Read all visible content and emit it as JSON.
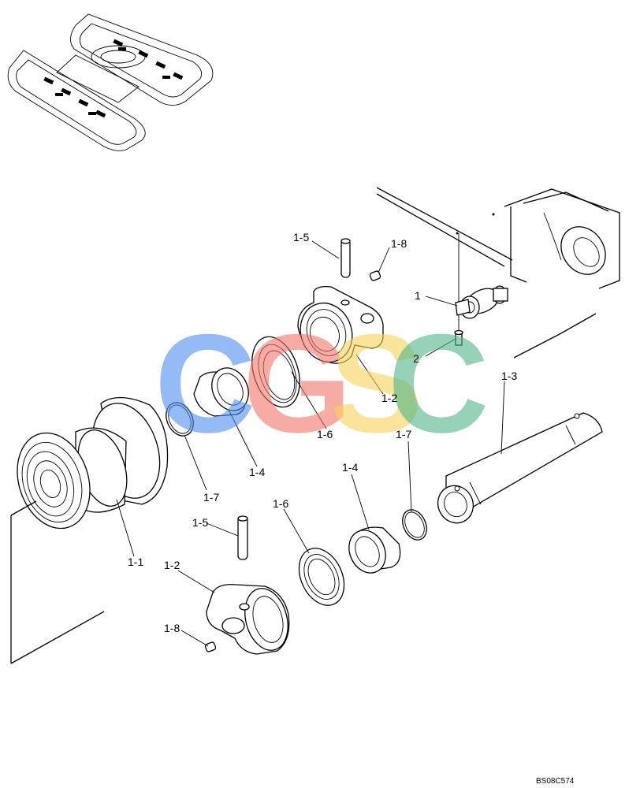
{
  "callouts": {
    "c1": "1",
    "c2": "2",
    "c1_1": "1-1",
    "c1_2a": "1-2",
    "c1_2b": "1-2",
    "c1_3": "1-3",
    "c1_4a": "1-4",
    "c1_4b": "1-4",
    "c1_5a": "1-5",
    "c1_5b": "1-5",
    "c1_6a": "1-6",
    "c1_6b": "1-6",
    "c1_7a": "1-7",
    "c1_7b": "1-7",
    "c1_8a": "1-8",
    "c1_8b": "1-8"
  },
  "watermark": {
    "letters": [
      "C",
      "G",
      "S",
      "C"
    ],
    "colors": [
      "#4f8ff2",
      "#f2756a",
      "#f7d35a",
      "#4fb58a"
    ]
  },
  "reference_code": "BS08C574"
}
